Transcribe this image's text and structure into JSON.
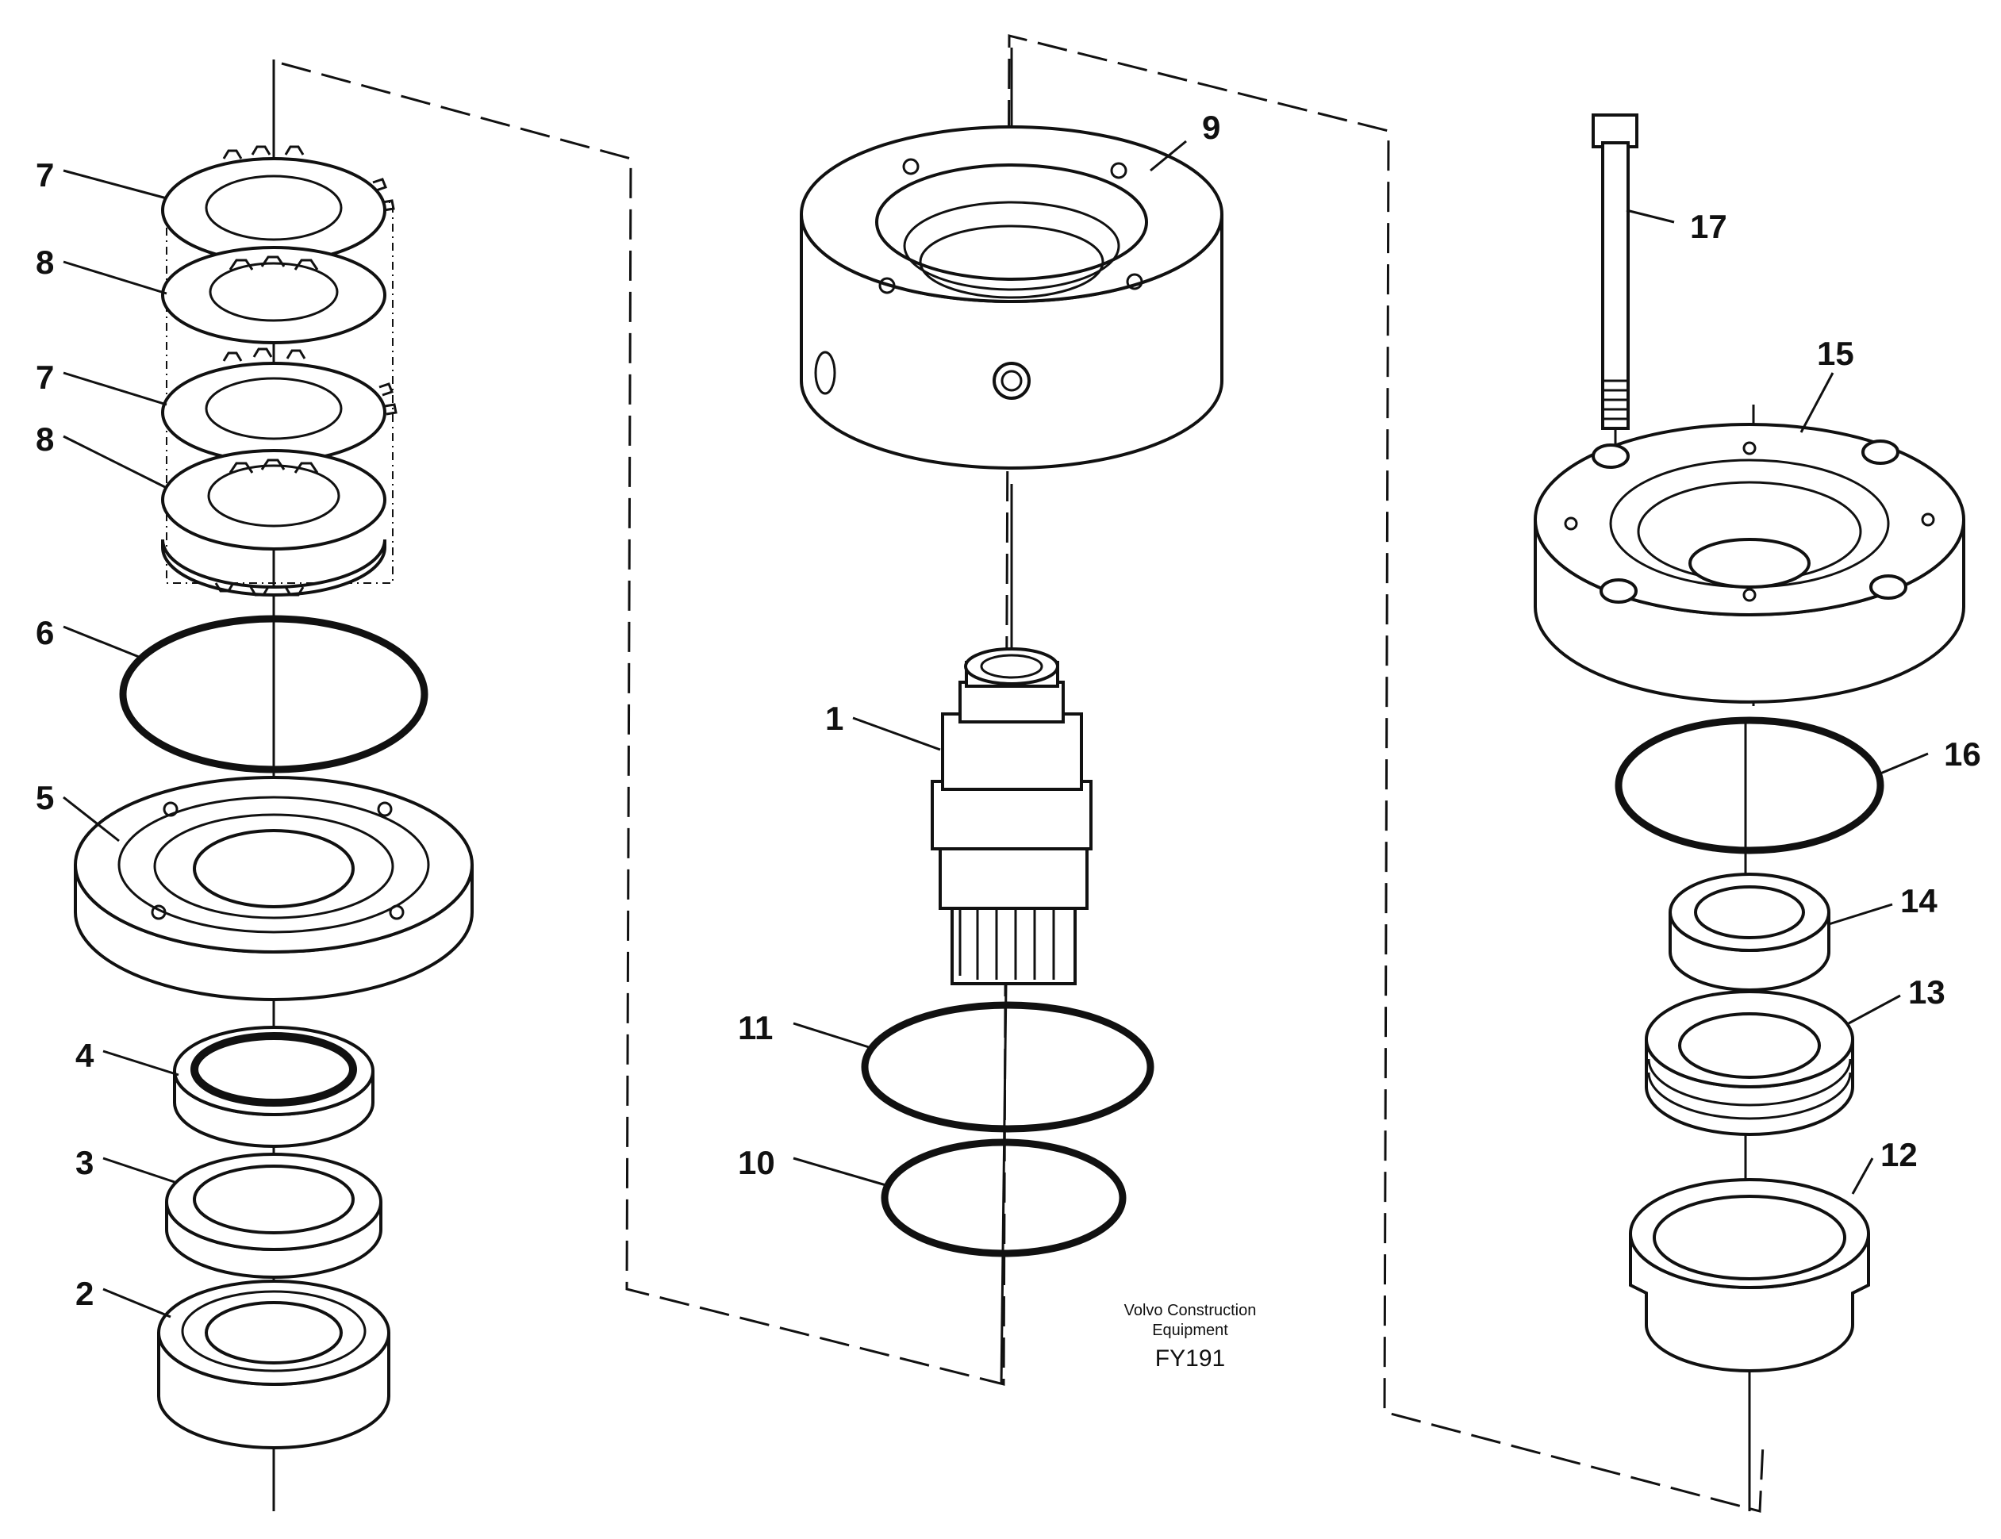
{
  "callouts": {
    "c1": "1",
    "c2": "2",
    "c3": "3",
    "c4": "4",
    "c5": "5",
    "c6": "6",
    "c7a": "7",
    "c7b": "7",
    "c8a": "8",
    "c8b": "8",
    "c9": "9",
    "c10": "10",
    "c11": "11",
    "c12": "12",
    "c13": "13",
    "c14": "14",
    "c15": "15",
    "c16": "16",
    "c17": "17"
  },
  "caption": {
    "line1": "Volvo Construction",
    "line2": "Equipment",
    "code": "FY191"
  }
}
